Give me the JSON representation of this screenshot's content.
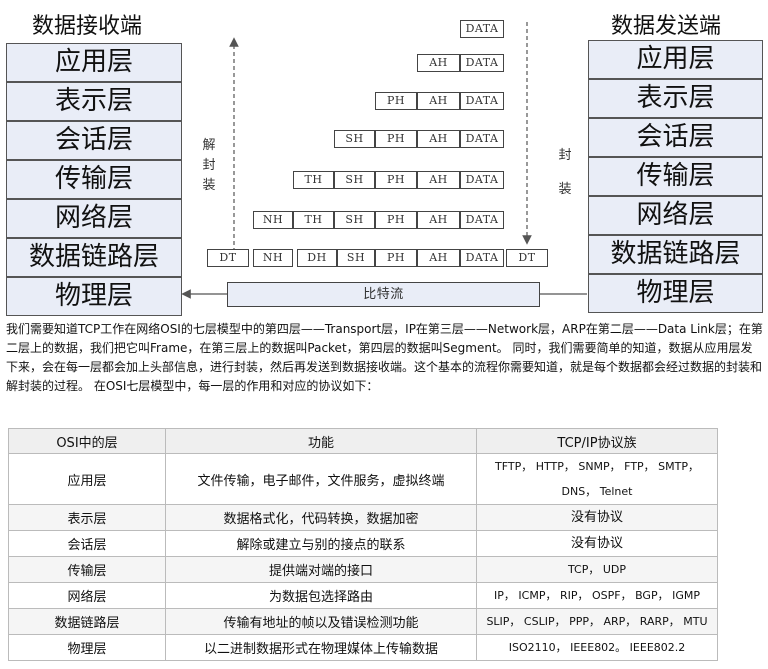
{
  "receiver": {
    "title": "数据接收端",
    "layers": [
      "应用层",
      "表示层",
      "会话层",
      "传输层",
      "网络层",
      "数据链路层",
      "物理层"
    ]
  },
  "sender": {
    "title": "数据发送端",
    "layers": [
      "应用层",
      "表示层",
      "会话层",
      "传输层",
      "网络层",
      "数据链路层",
      "物理层"
    ]
  },
  "decap_label": [
    "解",
    "封",
    "装"
  ],
  "encap_label": [
    "封",
    "装"
  ],
  "header_rows": [
    [
      "DATA"
    ],
    [
      "AH",
      "DATA"
    ],
    [
      "PH",
      "AH",
      "DATA"
    ],
    [
      "SH",
      "PH",
      "AH",
      "DATA"
    ],
    [
      "TH",
      "SH",
      "PH",
      "AH",
      "DATA"
    ],
    [
      "NH",
      "TH",
      "SH",
      "PH",
      "AH",
      "DATA"
    ],
    [
      "DT",
      "NH",
      "DH",
      "SH",
      "PH",
      "AH",
      "DATA",
      "DT"
    ]
  ],
  "bitstream": "比特流",
  "paragraph": "我们需要知道TCP工作在网络OSI的七层模型中的第四层——Transport层，IP在第三层——Network层，ARP在第二层——Data Link层；在第二层上的数据，我们把它叫Frame，在第三层上的数据叫Packet，第四层的数据叫Segment。 同时，我们需要简单的知道，数据从应用层发下来，会在每一层都会加上头部信息，进行封装，然后再发送到数据接收端。这个基本的流程你需要知道，就是每个数据都会经过数据的封装和解封装的过程。 在OSI七层模型中，每一层的作用和对应的协议如下：",
  "table": {
    "headers": [
      "OSI中的层",
      "功能",
      "TCP/IP协议族"
    ],
    "rows": [
      [
        "应用层",
        "文件传输，电子邮件，文件服务，虚拟终端",
        "TFTP， HTTP， SNMP， FTP， SMTP， DNS， Telnet"
      ],
      [
        "表示层",
        "数据格式化，代码转换，数据加密",
        "没有协议"
      ],
      [
        "会话层",
        "解除或建立与别的接点的联系",
        "没有协议"
      ],
      [
        "传输层",
        "提供端对端的接口",
        "TCP， UDP"
      ],
      [
        "网络层",
        "为数据包选择路由",
        "IP， ICMP， RIP， OSPF， BGP， IGMP"
      ],
      [
        "数据链路层",
        "传输有地址的帧以及错误检测功能",
        "SLIP， CSLIP， PPP， ARP， RARP， MTU"
      ],
      [
        "物理层",
        "以二进制数据形式在物理媒体上传输数据",
        "ISO2110， IEEE802。 IEEE802.2"
      ]
    ]
  }
}
